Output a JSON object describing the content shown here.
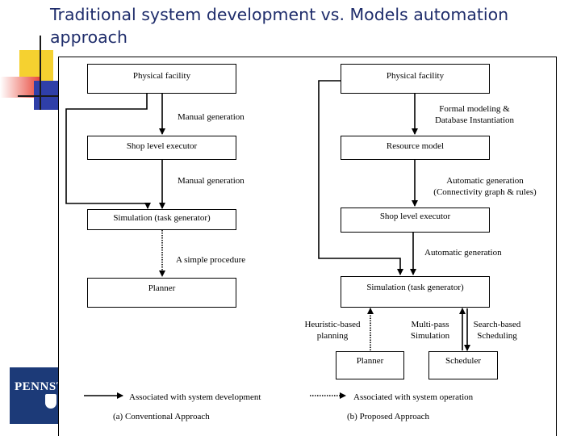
{
  "slide": {
    "title": "Traditional system development vs. Models automation approach",
    "logo_text": "PENNSTATE"
  },
  "colors": {
    "title": "#1f2d6b",
    "logo_bg": "#1c3a78",
    "deco_yellow": "#f5d130",
    "deco_red": "#e8473a",
    "deco_blue": "#2f3fa8"
  },
  "left": {
    "boxes": {
      "physical_facility": "Physical facility",
      "shop_level_executor": "Shop level executor",
      "simulation": "Simulation (task generator)",
      "planner": "Planner"
    },
    "labels": {
      "manual_generation_1": "Manual generation",
      "manual_generation_2": "Manual generation",
      "simple_procedure": "A simple procedure"
    },
    "caption": "(a) Conventional Approach"
  },
  "right": {
    "boxes": {
      "physical_facility": "Physical facility",
      "resource_model": "Resource model",
      "shop_level_executor": "Shop level executor",
      "simulation": "Simulation (task generator)",
      "planner": "Planner",
      "scheduler": "Scheduler"
    },
    "labels": {
      "formal_modeling_1": "Formal modeling &",
      "formal_modeling_2": "Database Instantiation",
      "automatic_generation_1a": "Automatic generation",
      "automatic_generation_1b": "(Connectivity graph & rules)",
      "automatic_generation_2": "Automatic generation",
      "heuristic_1": "Heuristic-based",
      "heuristic_2": "planning",
      "multipass_1": "Multi-pass",
      "multipass_2": "Simulation",
      "search_1": "Search-based",
      "search_2": "Scheduling"
    },
    "caption": "(b) Proposed Approach"
  },
  "legend": {
    "development": "Associated with system development",
    "operation": "Associated with system operation"
  }
}
